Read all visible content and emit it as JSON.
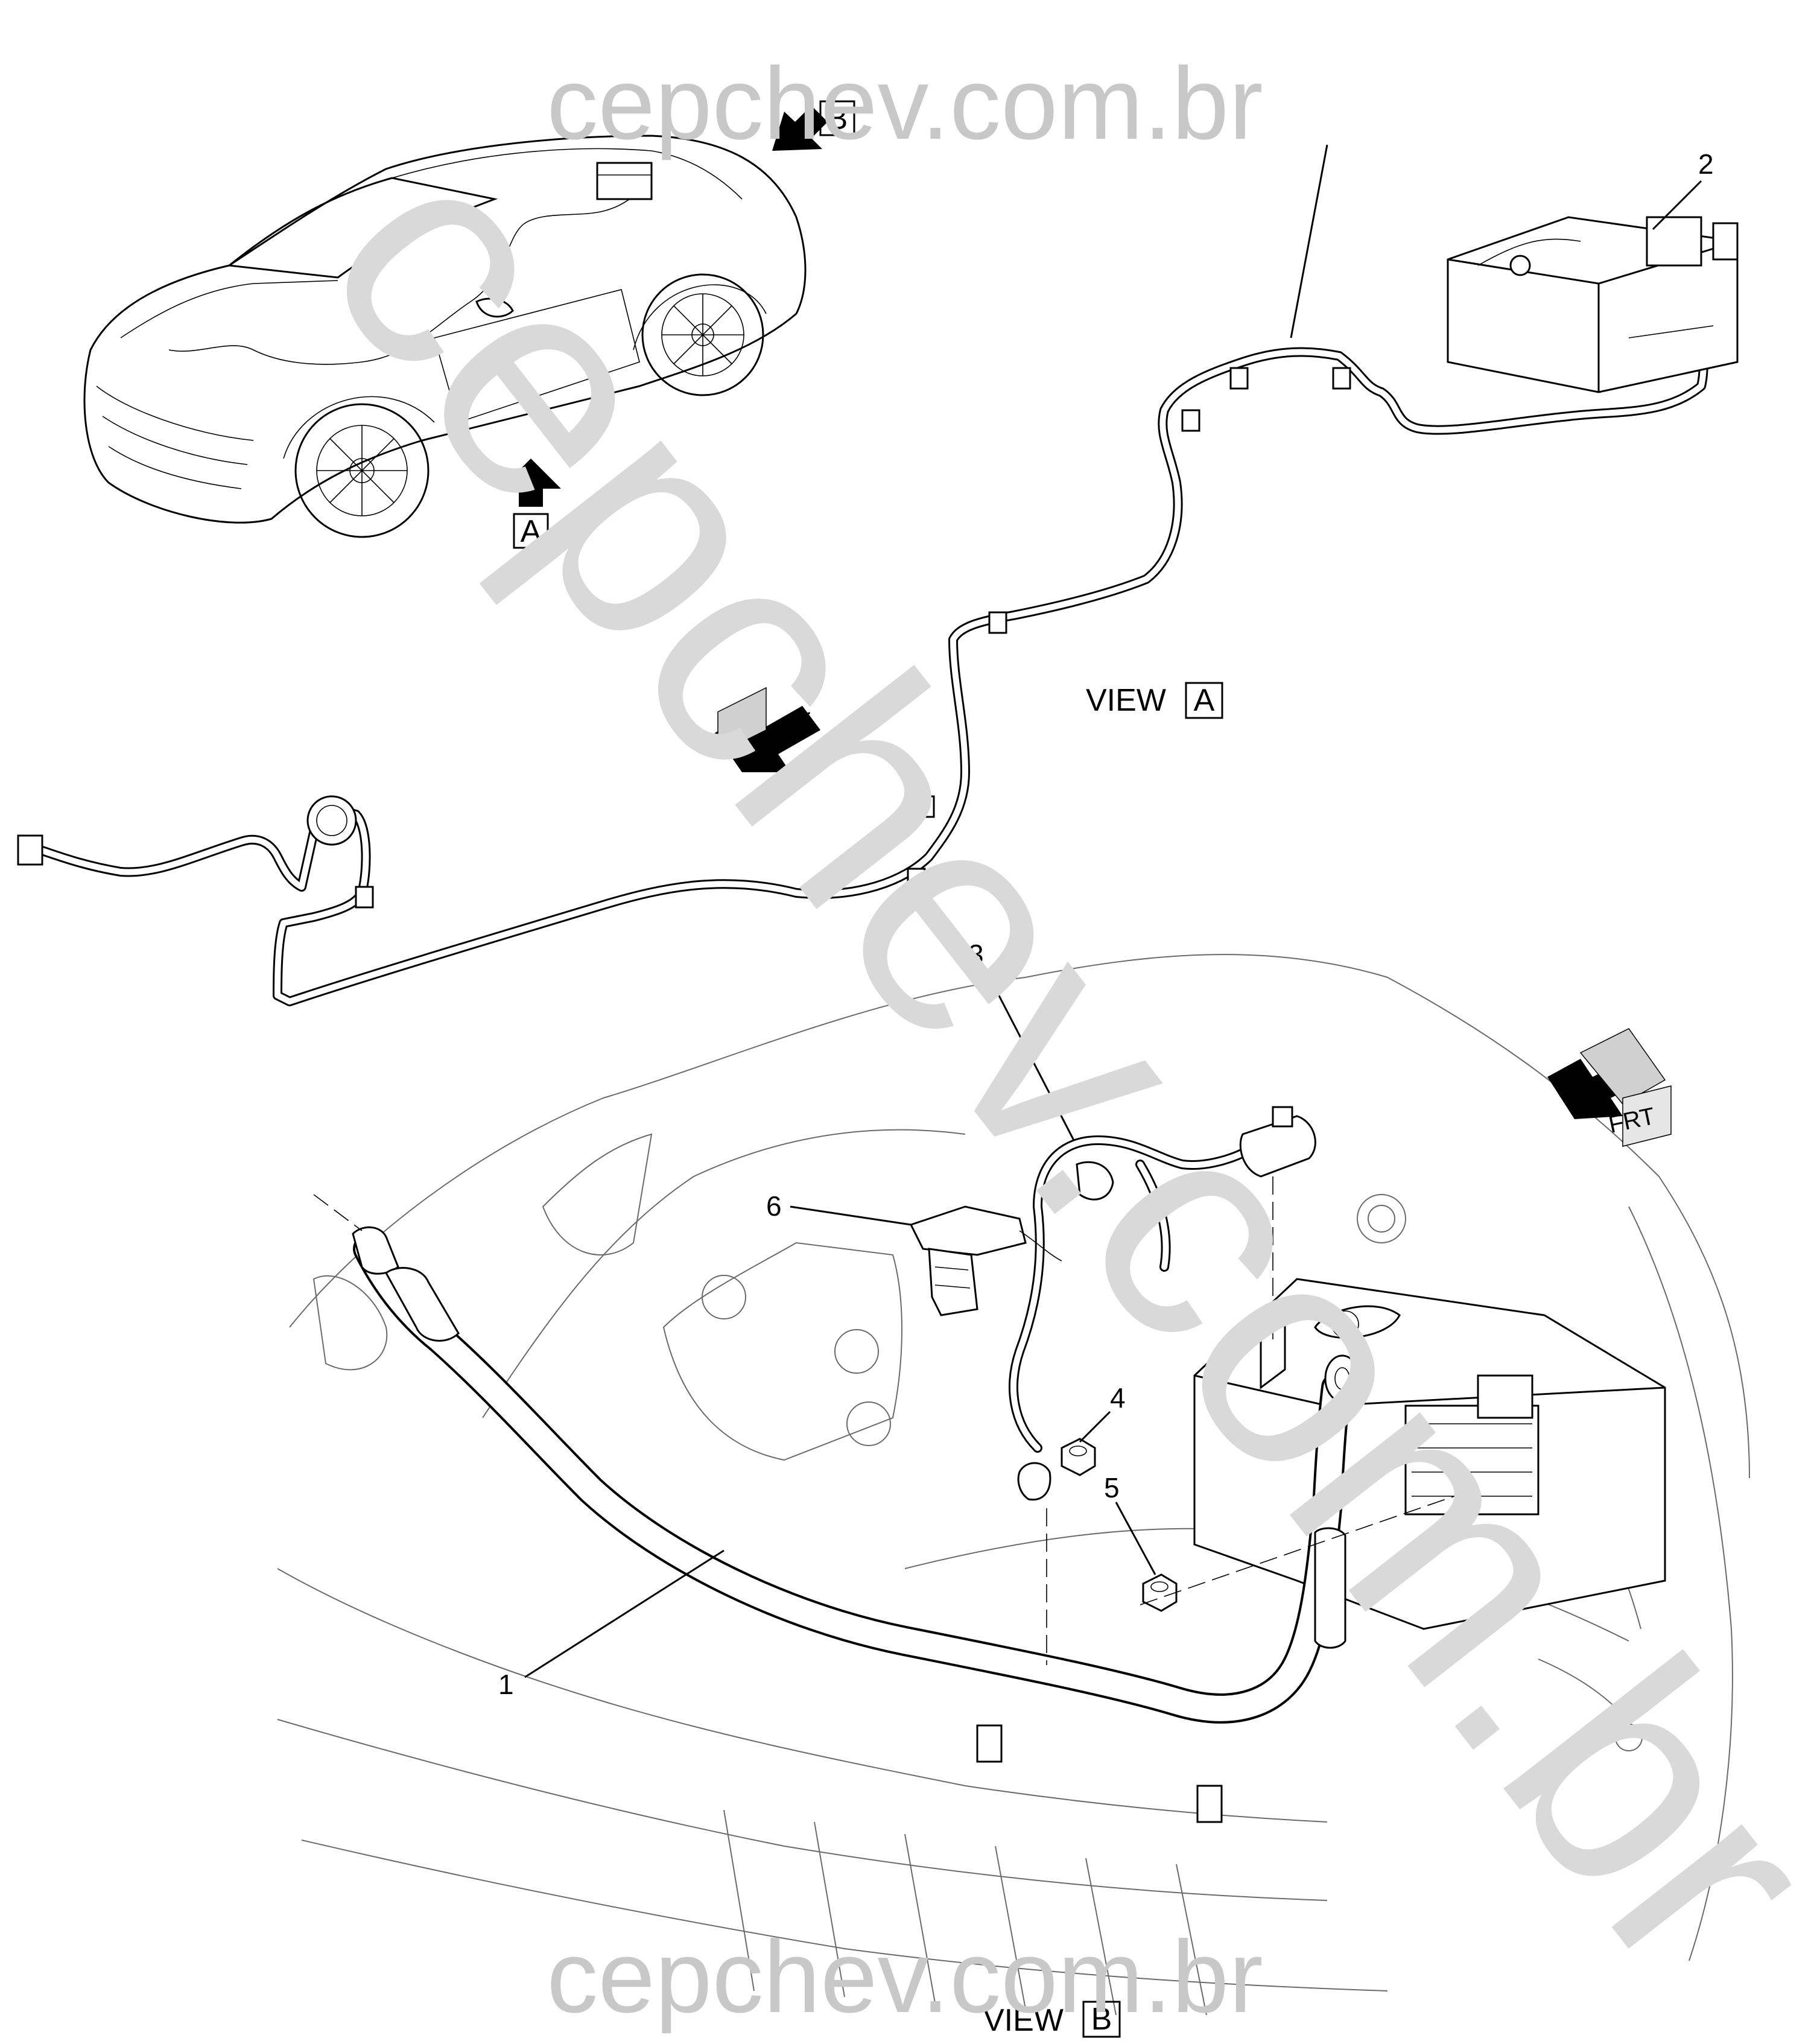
{
  "watermarks": {
    "top": "cepchev.com.br",
    "bottom": "cepchev.com.br",
    "diagonal": "cepchev.com.br"
  },
  "views": {
    "a_arrow_label": "A",
    "b_arrow_label": "B",
    "view_a_word": "VIEW",
    "view_a_letter": "A",
    "view_b_word": "VIEW",
    "view_b_letter": "B"
  },
  "frt_label": "FRT",
  "callouts": [
    "1",
    "2",
    "3",
    "4",
    "5",
    "6"
  ]
}
